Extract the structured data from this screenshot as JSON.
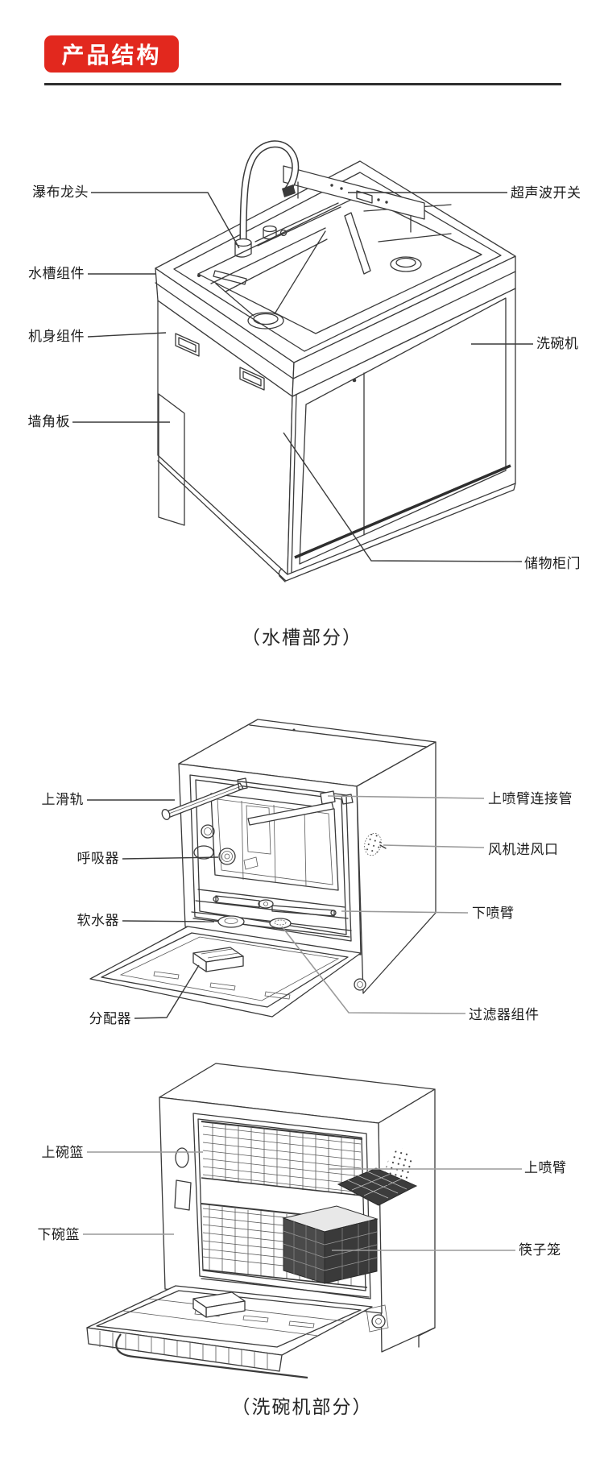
{
  "header": {
    "title": "产品结构"
  },
  "diagram_sink": {
    "caption": "（水槽部分）",
    "labels": {
      "waterfall_faucet": "瀑布龙头",
      "sink_assembly": "水槽组件",
      "body_assembly": "机身组件",
      "corner_board": "墙角板",
      "ultrasonic_switch": "超声波开关",
      "dishwasher": "洗碗机",
      "storage_cabinet_door": "储物柜门"
    }
  },
  "diagram_dishwasher_inner": {
    "labels": {
      "upper_slide_rail": "上滑轨",
      "breather": "呼吸器",
      "water_softener": "软水器",
      "dispenser": "分配器",
      "upper_spray_arm_pipe": "上喷臂连接管",
      "fan_air_inlet": "风机进风口",
      "lower_spray_arm": "下喷臂",
      "filter_assembly": "过滤器组件"
    }
  },
  "diagram_dishwasher_baskets": {
    "caption": "（洗碗机部分）",
    "labels": {
      "upper_bowl_basket": "上碗篮",
      "lower_bowl_basket": "下碗篮",
      "upper_spray_arm": "上喷臂",
      "chopstick_cage": "筷子笼"
    }
  },
  "colors": {
    "badge_red": "#e2281e",
    "line_dark": "#3a3a3a",
    "leader_gray": "#9a9a9a"
  }
}
